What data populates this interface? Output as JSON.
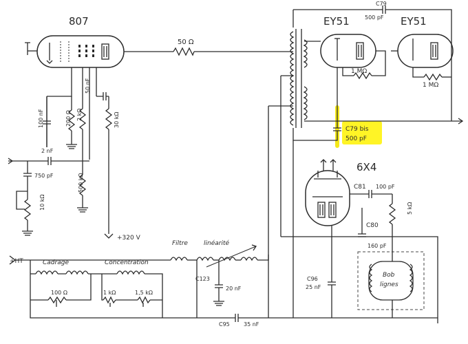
{
  "tubes": {
    "t807": "807",
    "ey51_left": "EY51",
    "ey51_right": "EY51",
    "t6x4": "6X4"
  },
  "labels": {
    "r_50": "50 Ω",
    "c79": "C79",
    "c79_val": "500 pF",
    "r_1m_a": "1 MΩ",
    "r_1m_b": "1 MΩ",
    "c_100nf": "100 nF",
    "r_200": "200 Ω",
    "r_2k": "2 kΩ",
    "c_50nf": "50 nF",
    "r_30k": "30 kΩ",
    "c_2nf": "2 nF",
    "c_750pf": "750 pF",
    "r_500k": "500 kΩ",
    "r_10k": "10 kΩ",
    "plus_320": "+320 V",
    "c79bis": "C79 bis",
    "c79bis_val": "500 pF",
    "c81": "C81",
    "c81_val": "100 pF",
    "r_5k": "5 kΩ",
    "c80": "C80",
    "c80_val": "160 pF",
    "plus_ht": "+HT",
    "cadrage": "Cadrage",
    "concentration": "Concentration",
    "filtre": "Filtre",
    "linearite": "linéarité",
    "r_100": "100 Ω",
    "r_1k": "1 kΩ",
    "r_15k": "1,5 kΩ",
    "c123": "C123",
    "c123_val": "20 nF",
    "c96": "C96",
    "c96_val": "25 nF",
    "c95": "C95",
    "c95_val": "35 nF",
    "bob": "Bob",
    "lignes": "lignes"
  },
  "colors": {
    "ink": "#2a2a2a",
    "highlight": "#fff200",
    "paper": "#ffffff"
  }
}
